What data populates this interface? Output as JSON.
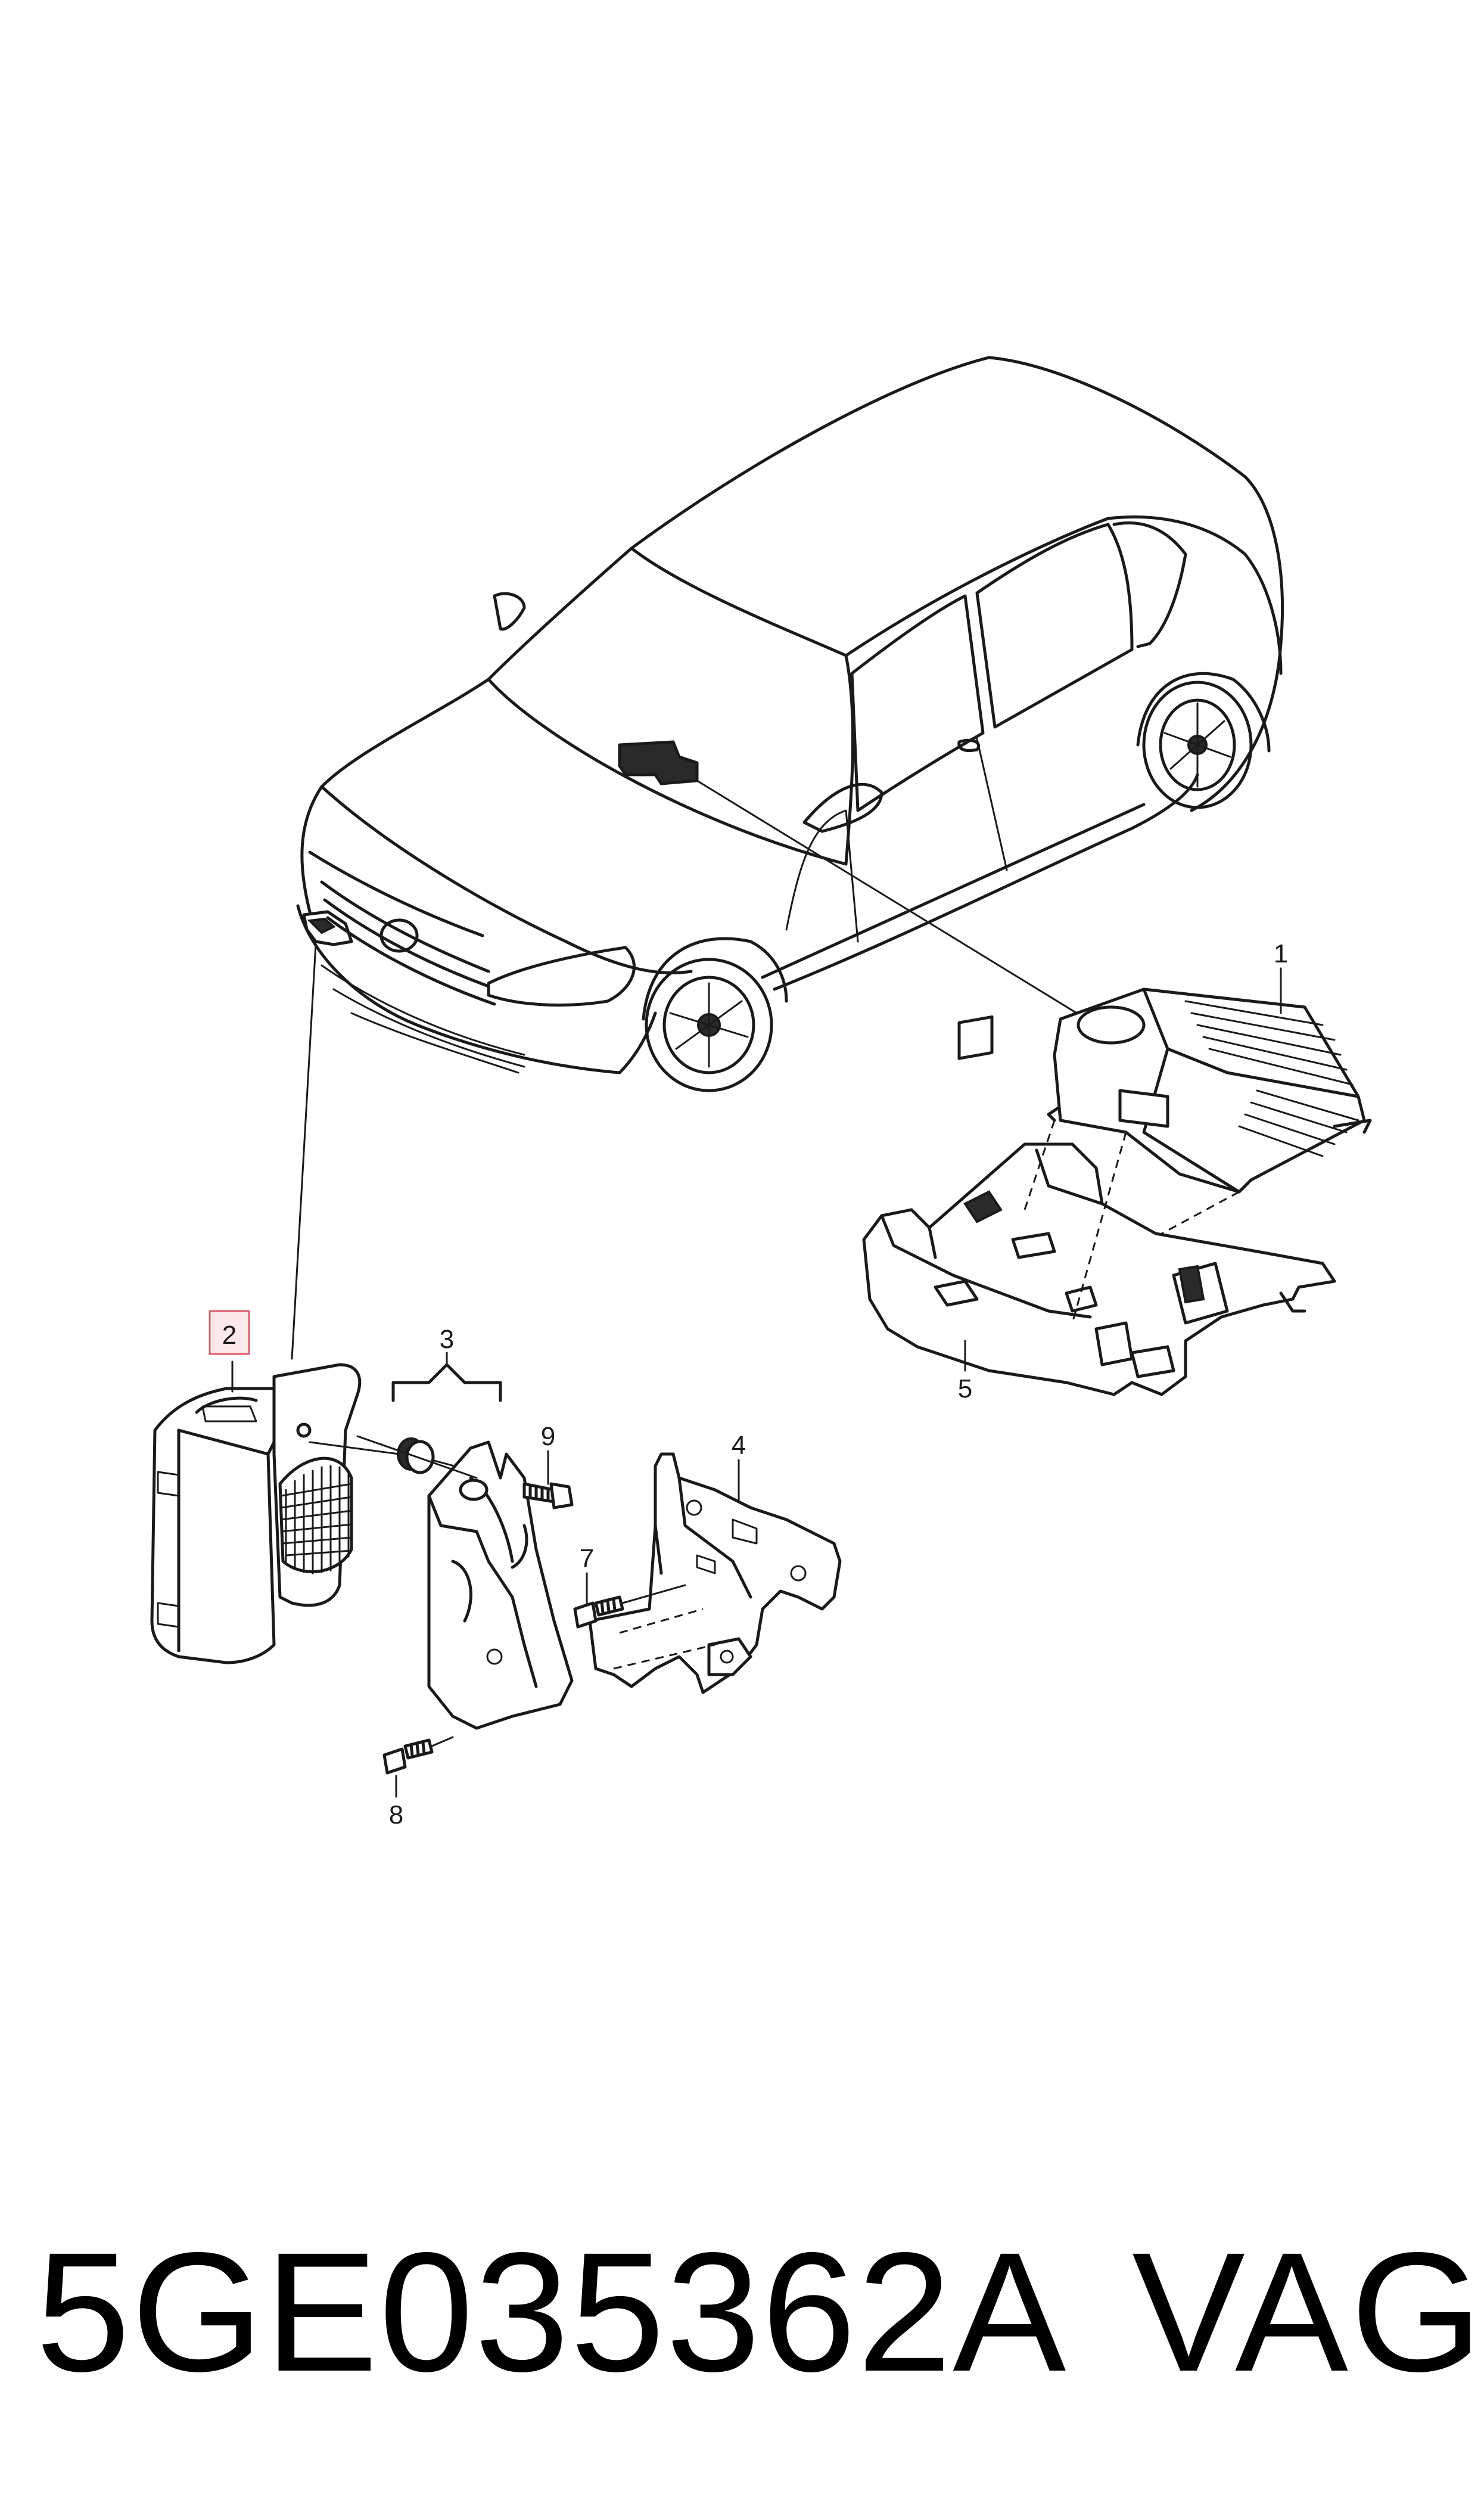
{
  "diagram": {
    "callouts": {
      "c1": "1",
      "c2": "2",
      "c3": "3",
      "c4": "4",
      "c5": "5",
      "c7": "7",
      "c8": "8",
      "c9": "9"
    },
    "highlighted_callout": "2",
    "highlight_color": "#e05a6a"
  },
  "footer": {
    "part_number": "5GE035362A",
    "brand": "VAG"
  }
}
